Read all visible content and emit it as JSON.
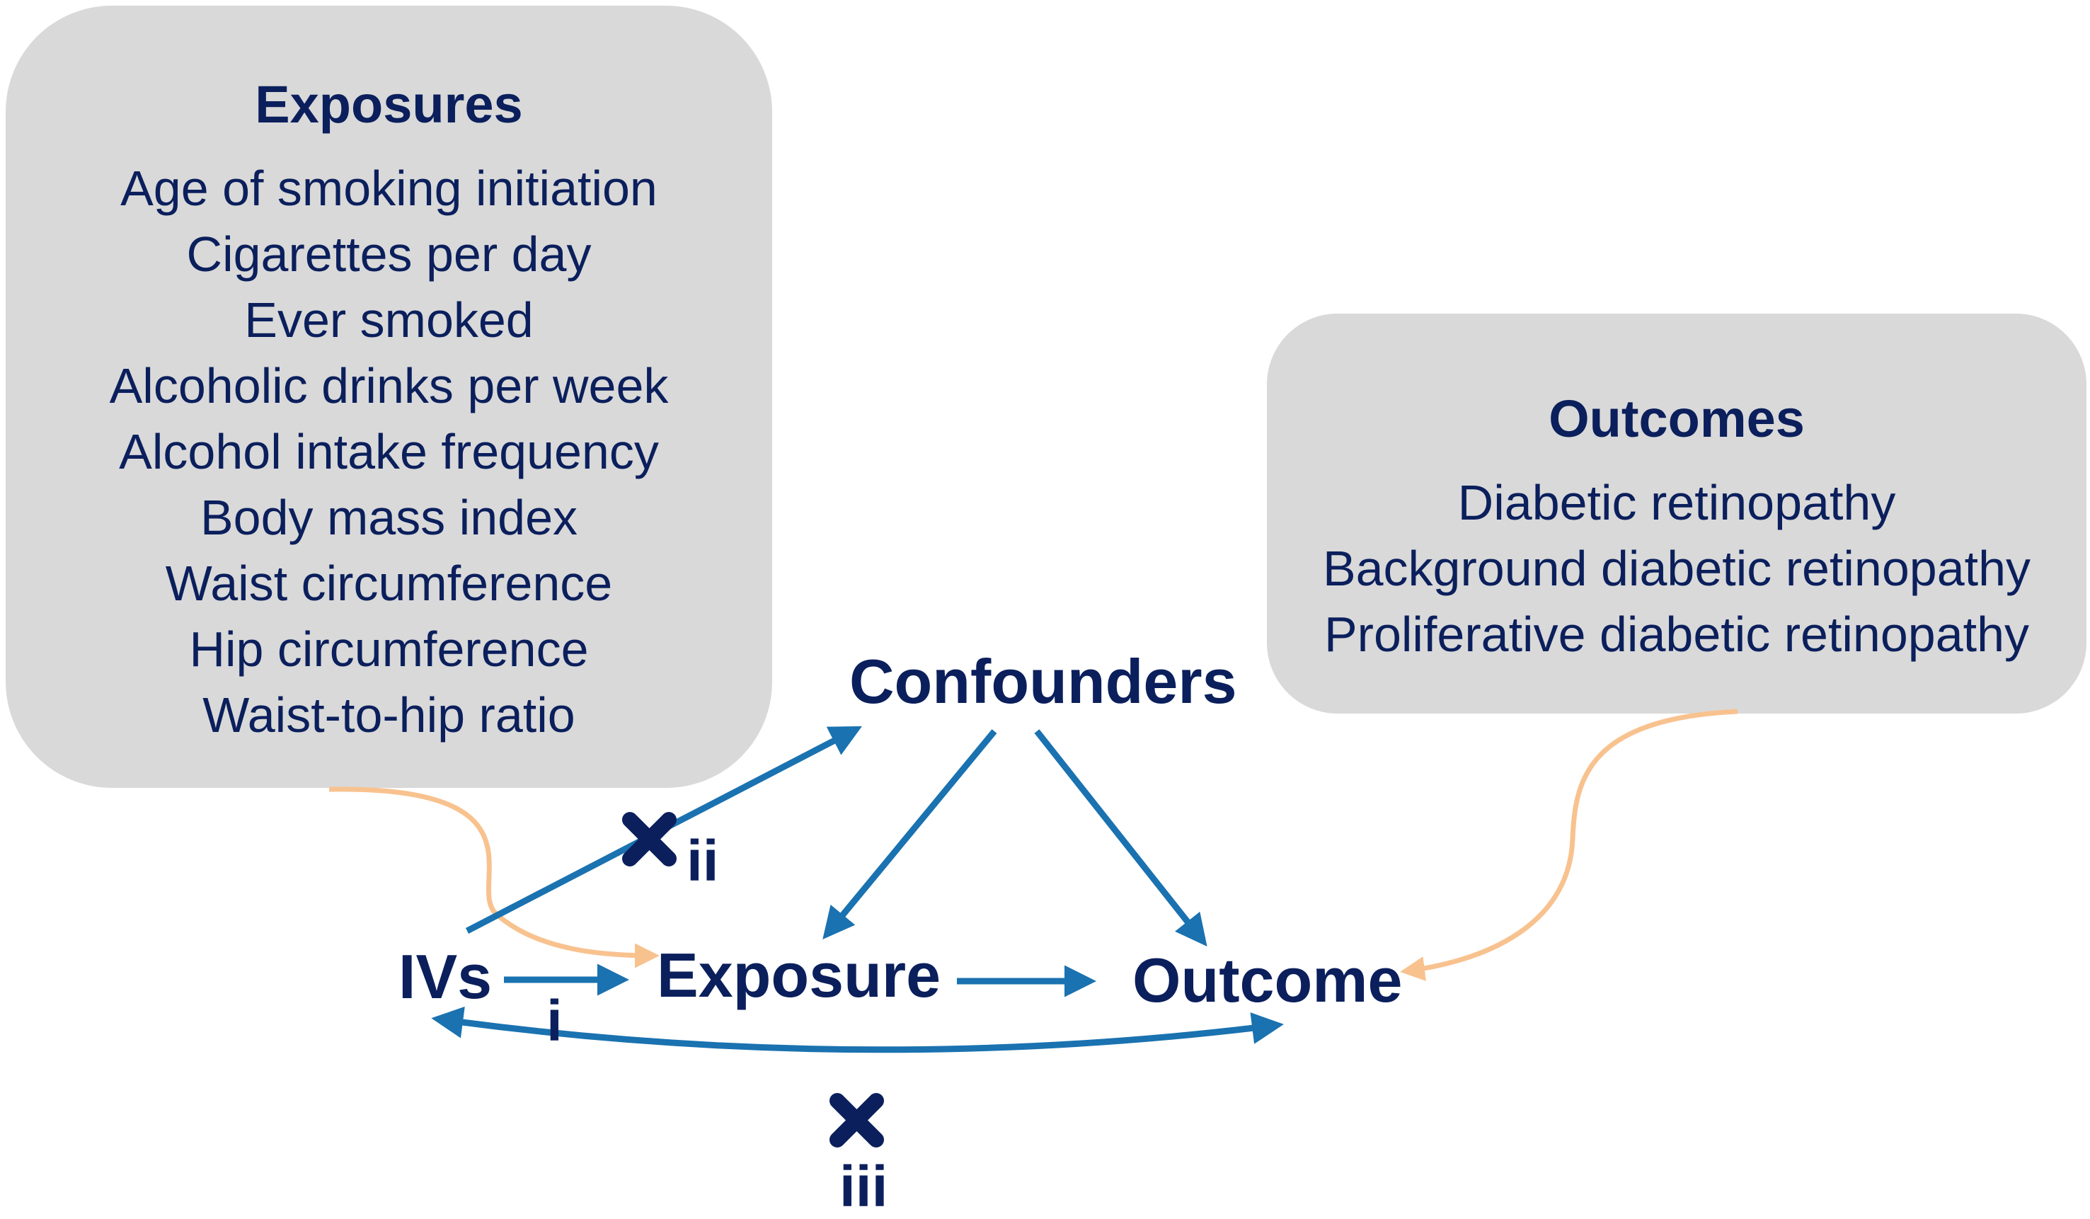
{
  "exposures": {
    "title": "Exposures",
    "items": [
      "Age of smoking initiation",
      "Cigarettes per day",
      "Ever smoked",
      "Alcoholic drinks per week",
      "Alcohol intake frequency",
      "Body mass index",
      "Waist circumference",
      "Hip circumference",
      "Waist-to-hip ratio"
    ]
  },
  "outcomes": {
    "title": "Outcomes",
    "items": [
      "Diabetic retinopathy",
      "Background diabetic retinopathy",
      "Proliferative diabetic retinopathy"
    ]
  },
  "nodes": {
    "ivs": "IVs",
    "exposure": "Exposure",
    "outcome": "Outcome",
    "confounders": "Confounders"
  },
  "assumptions": {
    "i": "i",
    "ii": "ii",
    "iii": "iii"
  },
  "icons": {
    "violation": "cross-icon"
  },
  "colors": {
    "text": "#0b1f5c",
    "arrow": "#1a72b0",
    "link": "#f8c28f",
    "box": "#d9d9d9"
  }
}
